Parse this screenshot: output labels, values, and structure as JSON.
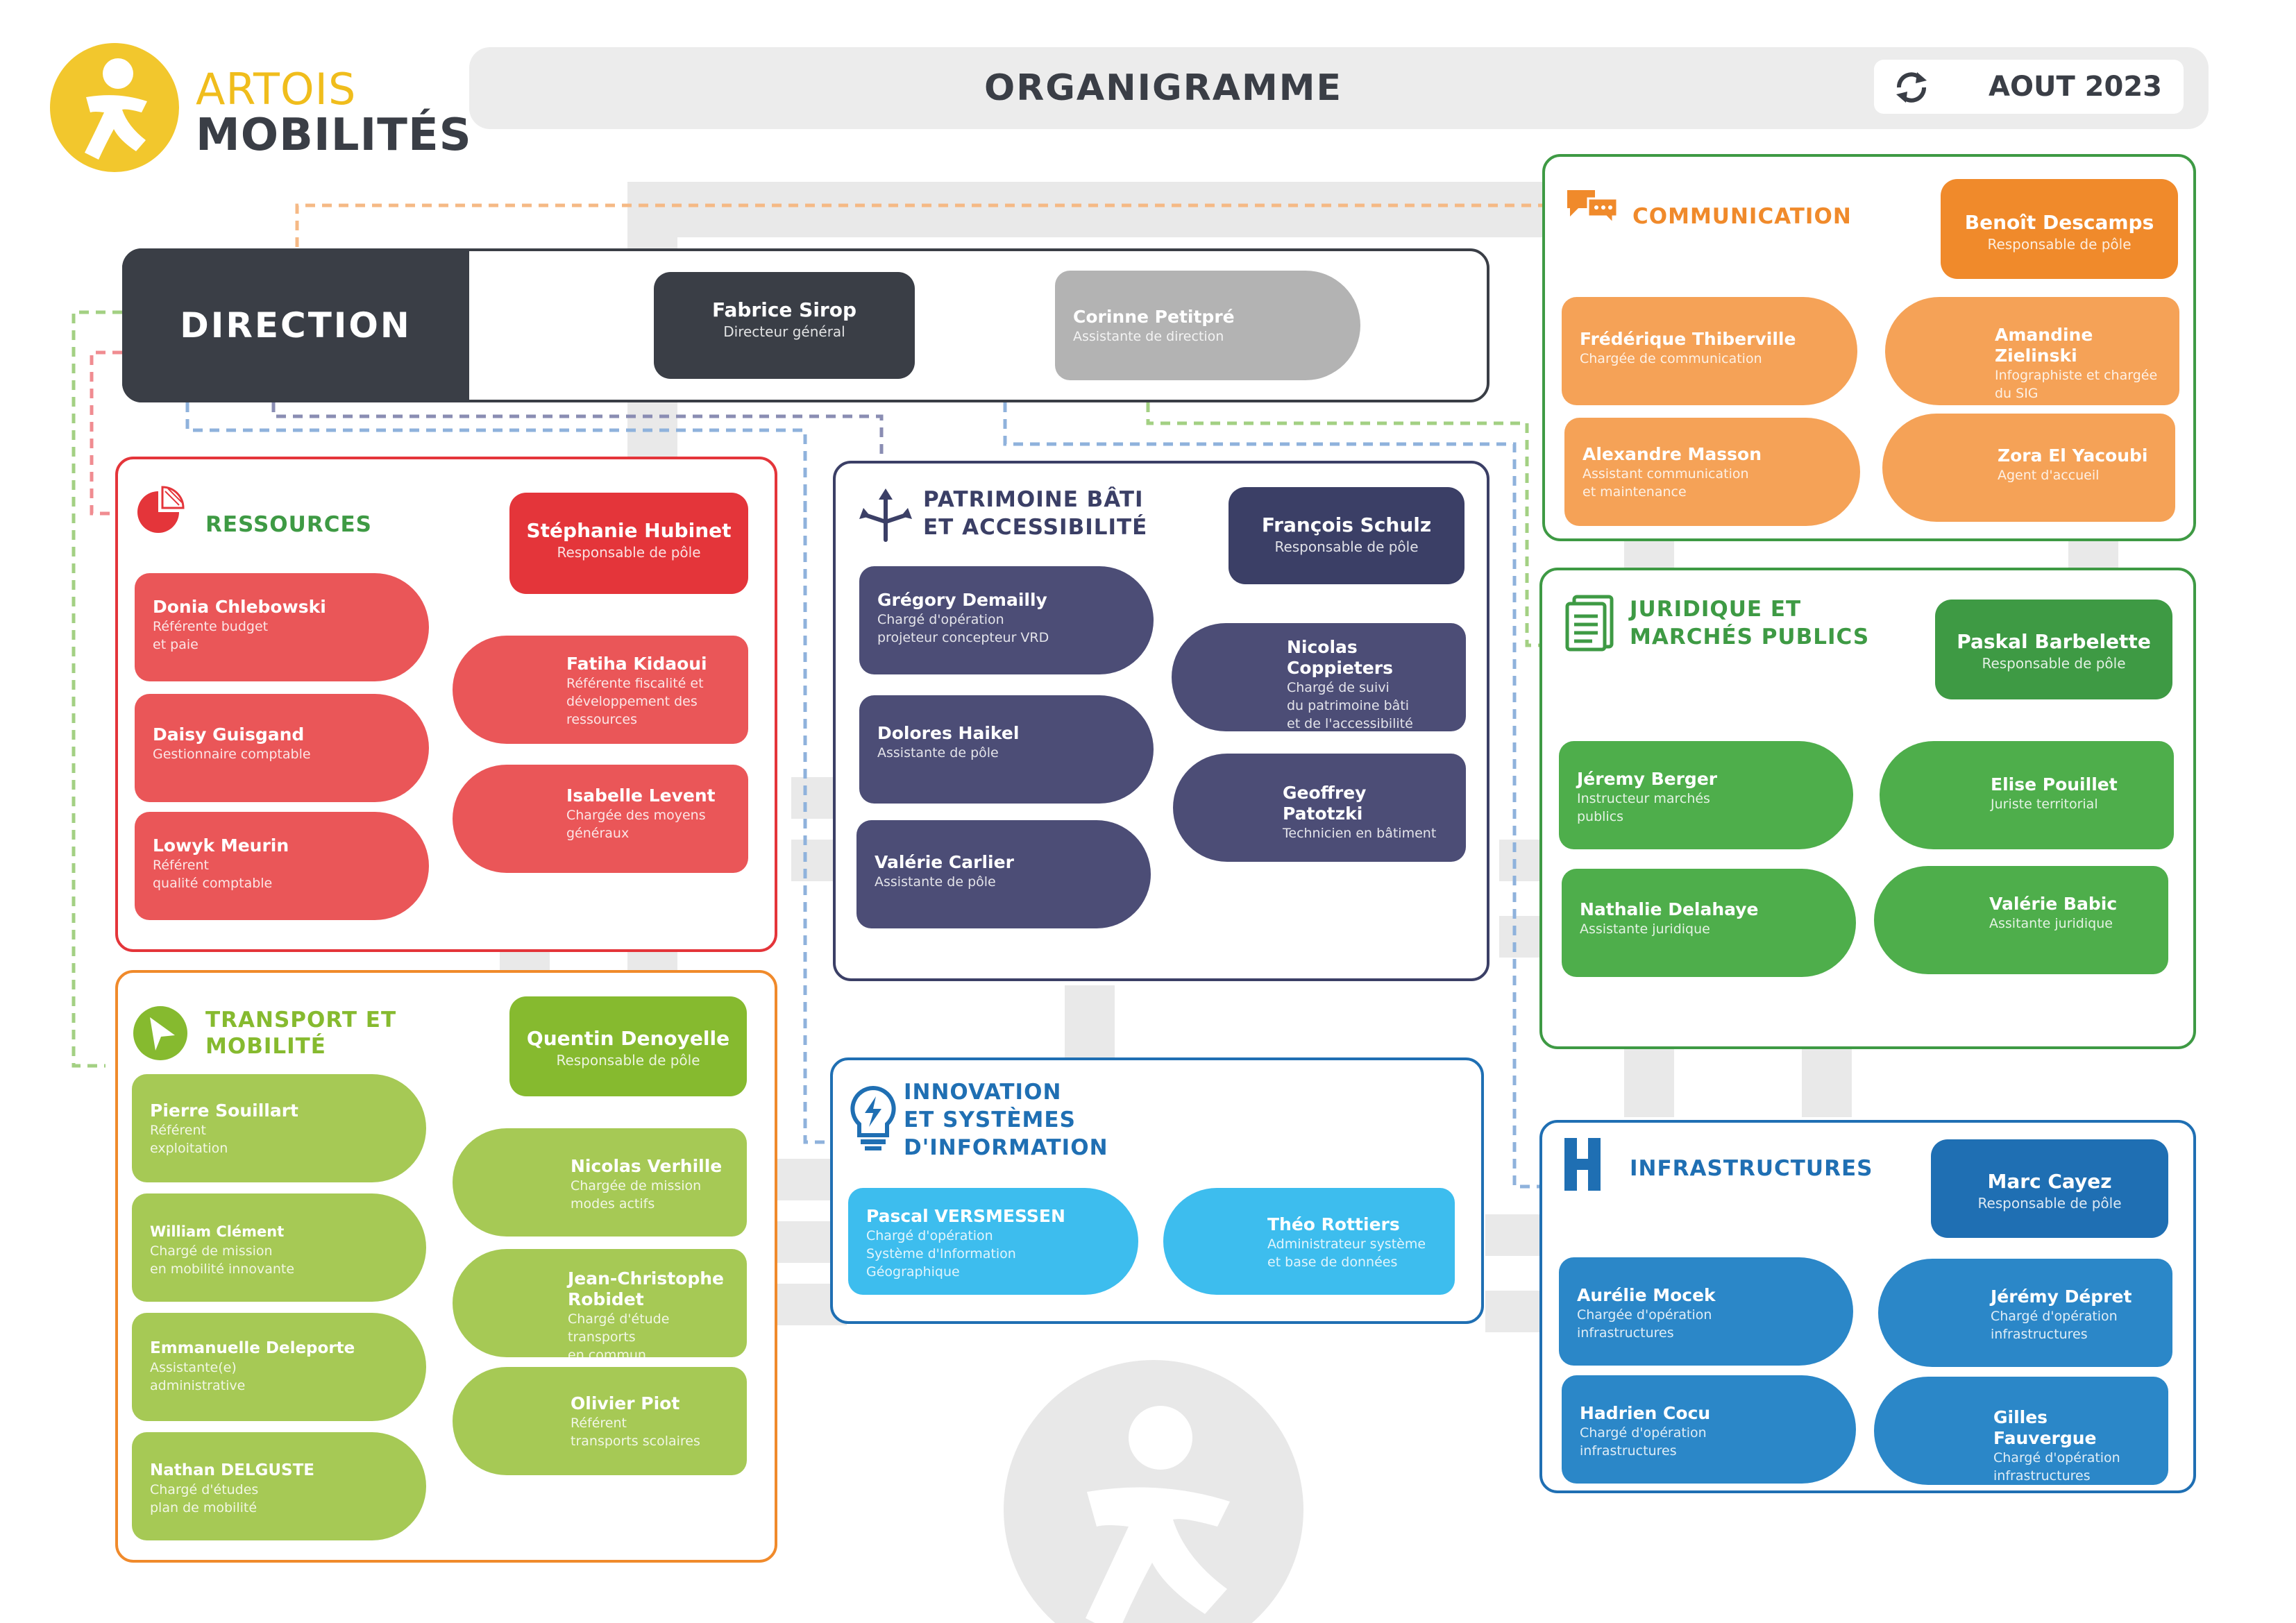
{
  "header": {
    "logo_line1": "ARTOIS",
    "logo_line2": "MOBILITÉS",
    "title": "ORGANIGRAMME",
    "date": "AOUT 2023"
  },
  "direction": {
    "label": "DIRECTION",
    "people": [
      {
        "name": "Fabrice Sirop",
        "role": "Directeur général"
      },
      {
        "name": "Corinne Petitpré",
        "role": "Assistante de direction"
      }
    ]
  },
  "ressources": {
    "title": "RESSOURCES",
    "head": {
      "name": "Stéphanie Hubinet",
      "role": "Responsable de pôle"
    },
    "left": [
      {
        "name": "Donia Chlebowski",
        "role": "Référente budget\net paie"
      },
      {
        "name": "Daisy Guisgand",
        "role": "Gestionnaire comptable"
      },
      {
        "name": "Lowyk Meurin",
        "role": "Référent\nqualité comptable"
      }
    ],
    "right": [
      {
        "name": "Fatiha Kidaoui",
        "role": "Référente fiscalité et\ndéveloppement des\nressources"
      },
      {
        "name": "Isabelle Levent",
        "role": "Chargée des moyens\ngénéraux"
      }
    ]
  },
  "patrimoine": {
    "title1": "PATRIMOINE BÂTI",
    "title2": "ET ACCESSIBILITÉ",
    "head": {
      "name": "François Schulz",
      "role": "Responsable de pôle"
    },
    "left": [
      {
        "name": "Grégory Demailly",
        "role": "Chargé d'opération\nprojeteur concepteur VRD"
      },
      {
        "name": "Dolores Haikel",
        "role": "Assistante de pôle"
      },
      {
        "name": "Valérie Carlier",
        "role": "Assistante de pôle"
      }
    ],
    "right": [
      {
        "name": "Nicolas Coppieters",
        "role": "Chargé de suivi\ndu patrimoine bâti\net de l'accessibilité"
      },
      {
        "name": "Geoffrey Patotzki",
        "role": "Technicien en bâtiment"
      }
    ]
  },
  "communication": {
    "title": "COMMUNICATION",
    "head": {
      "name": "Benoît Descamps",
      "role": "Responsable de pôle"
    },
    "left": [
      {
        "name": "Frédérique Thiberville",
        "role": "Chargée de communication"
      },
      {
        "name": "Alexandre Masson",
        "role": "Assistant communication\net maintenance"
      }
    ],
    "right": [
      {
        "name": "Amandine Zielinski",
        "role": "Infographiste et chargée\ndu SIG"
      },
      {
        "name": "Zora El Yacoubi",
        "role": "Agent d'accueil"
      }
    ]
  },
  "juridique": {
    "title1": "JURIDIQUE ET",
    "title2": "MARCHÉS PUBLICS",
    "head": {
      "name": "Paskal Barbelette",
      "role": "Responsable de pôle"
    },
    "left": [
      {
        "name": "Jéremy Berger",
        "role": "Instructeur marchés\npublics"
      },
      {
        "name": "Nathalie Delahaye",
        "role": "Assistante juridique"
      }
    ],
    "right": [
      {
        "name": "Elise Pouillet",
        "role": "Juriste territorial"
      },
      {
        "name": "Valérie Babic",
        "role": "Assitante juridique"
      }
    ]
  },
  "transport": {
    "title1": "TRANSPORT ET",
    "title2": "MOBILITÉ",
    "head": {
      "name": "Quentin Denoyelle",
      "role": "Responsable de pôle"
    },
    "left": [
      {
        "name": "Pierre Souillart",
        "role": "Référent\nexploitation"
      },
      {
        "name": "William Clément",
        "role": "Chargé de mission\nen mobilité innovante"
      },
      {
        "name": "Emmanuelle Deleporte",
        "role": "Assistante(e)\nadministrative"
      },
      {
        "name": "Nathan DELGUSTE",
        "role": "Chargé d'études\nplan de mobilité"
      }
    ],
    "right": [
      {
        "name": "Nicolas Verhille",
        "role": "Chargée de mission\nmodes actifs"
      },
      {
        "name": "Jean-Christophe Robidet",
        "role": "Chargé d'étude transports\nen commun"
      },
      {
        "name": "Olivier Piot",
        "role": "Référent\ntransports scolaires"
      }
    ]
  },
  "innovation": {
    "title1": "INNOVATION",
    "title2": "ET SYSTÈMES",
    "title3": "D'INFORMATION",
    "people": [
      {
        "name": "Pascal VERSMESSEN",
        "role": "Chargé d'opération\nSystème d'Information\nGéographique"
      },
      {
        "name": "Théo Rottiers",
        "role": "Administrateur système\net base de données"
      }
    ]
  },
  "infrastructures": {
    "title": "INFRASTRUCTURES",
    "head": {
      "name": "Marc Cayez",
      "role": "Responsable de pôle"
    },
    "left": [
      {
        "name": "Aurélie Mocek",
        "role": "Chargée d'opération\ninfrastructures"
      },
      {
        "name": "Hadrien Cocu",
        "role": "Chargé d'opération\ninfrastructures"
      }
    ],
    "right": [
      {
        "name": "Jérémy Dépret",
        "role": "Chargé d'opération\ninfrastructures"
      },
      {
        "name": "Gilles Fauvergue",
        "role": "Chargé d'opération\ninfrastructures"
      }
    ]
  },
  "colors": {
    "dark": "#3a3e46",
    "ressources": "#e4353a",
    "ressources_card": "#ea5658",
    "patrimoine": "#3b3f66",
    "patrimoine_card": "#4c4d76",
    "communication": "#f08a2b",
    "communication_card": "#f5a257",
    "juridique": "#3e9a44",
    "juridique_card": "#4eae4b",
    "transport": "#86ba2f",
    "transport_card": "#a6c955",
    "innovation": "#1f6fb3",
    "innovation_card": "#3dbdee",
    "infrastructures": "#1f6fb3",
    "infrastructures_card": "#2b87c8",
    "grey": "#b3b3b3"
  }
}
